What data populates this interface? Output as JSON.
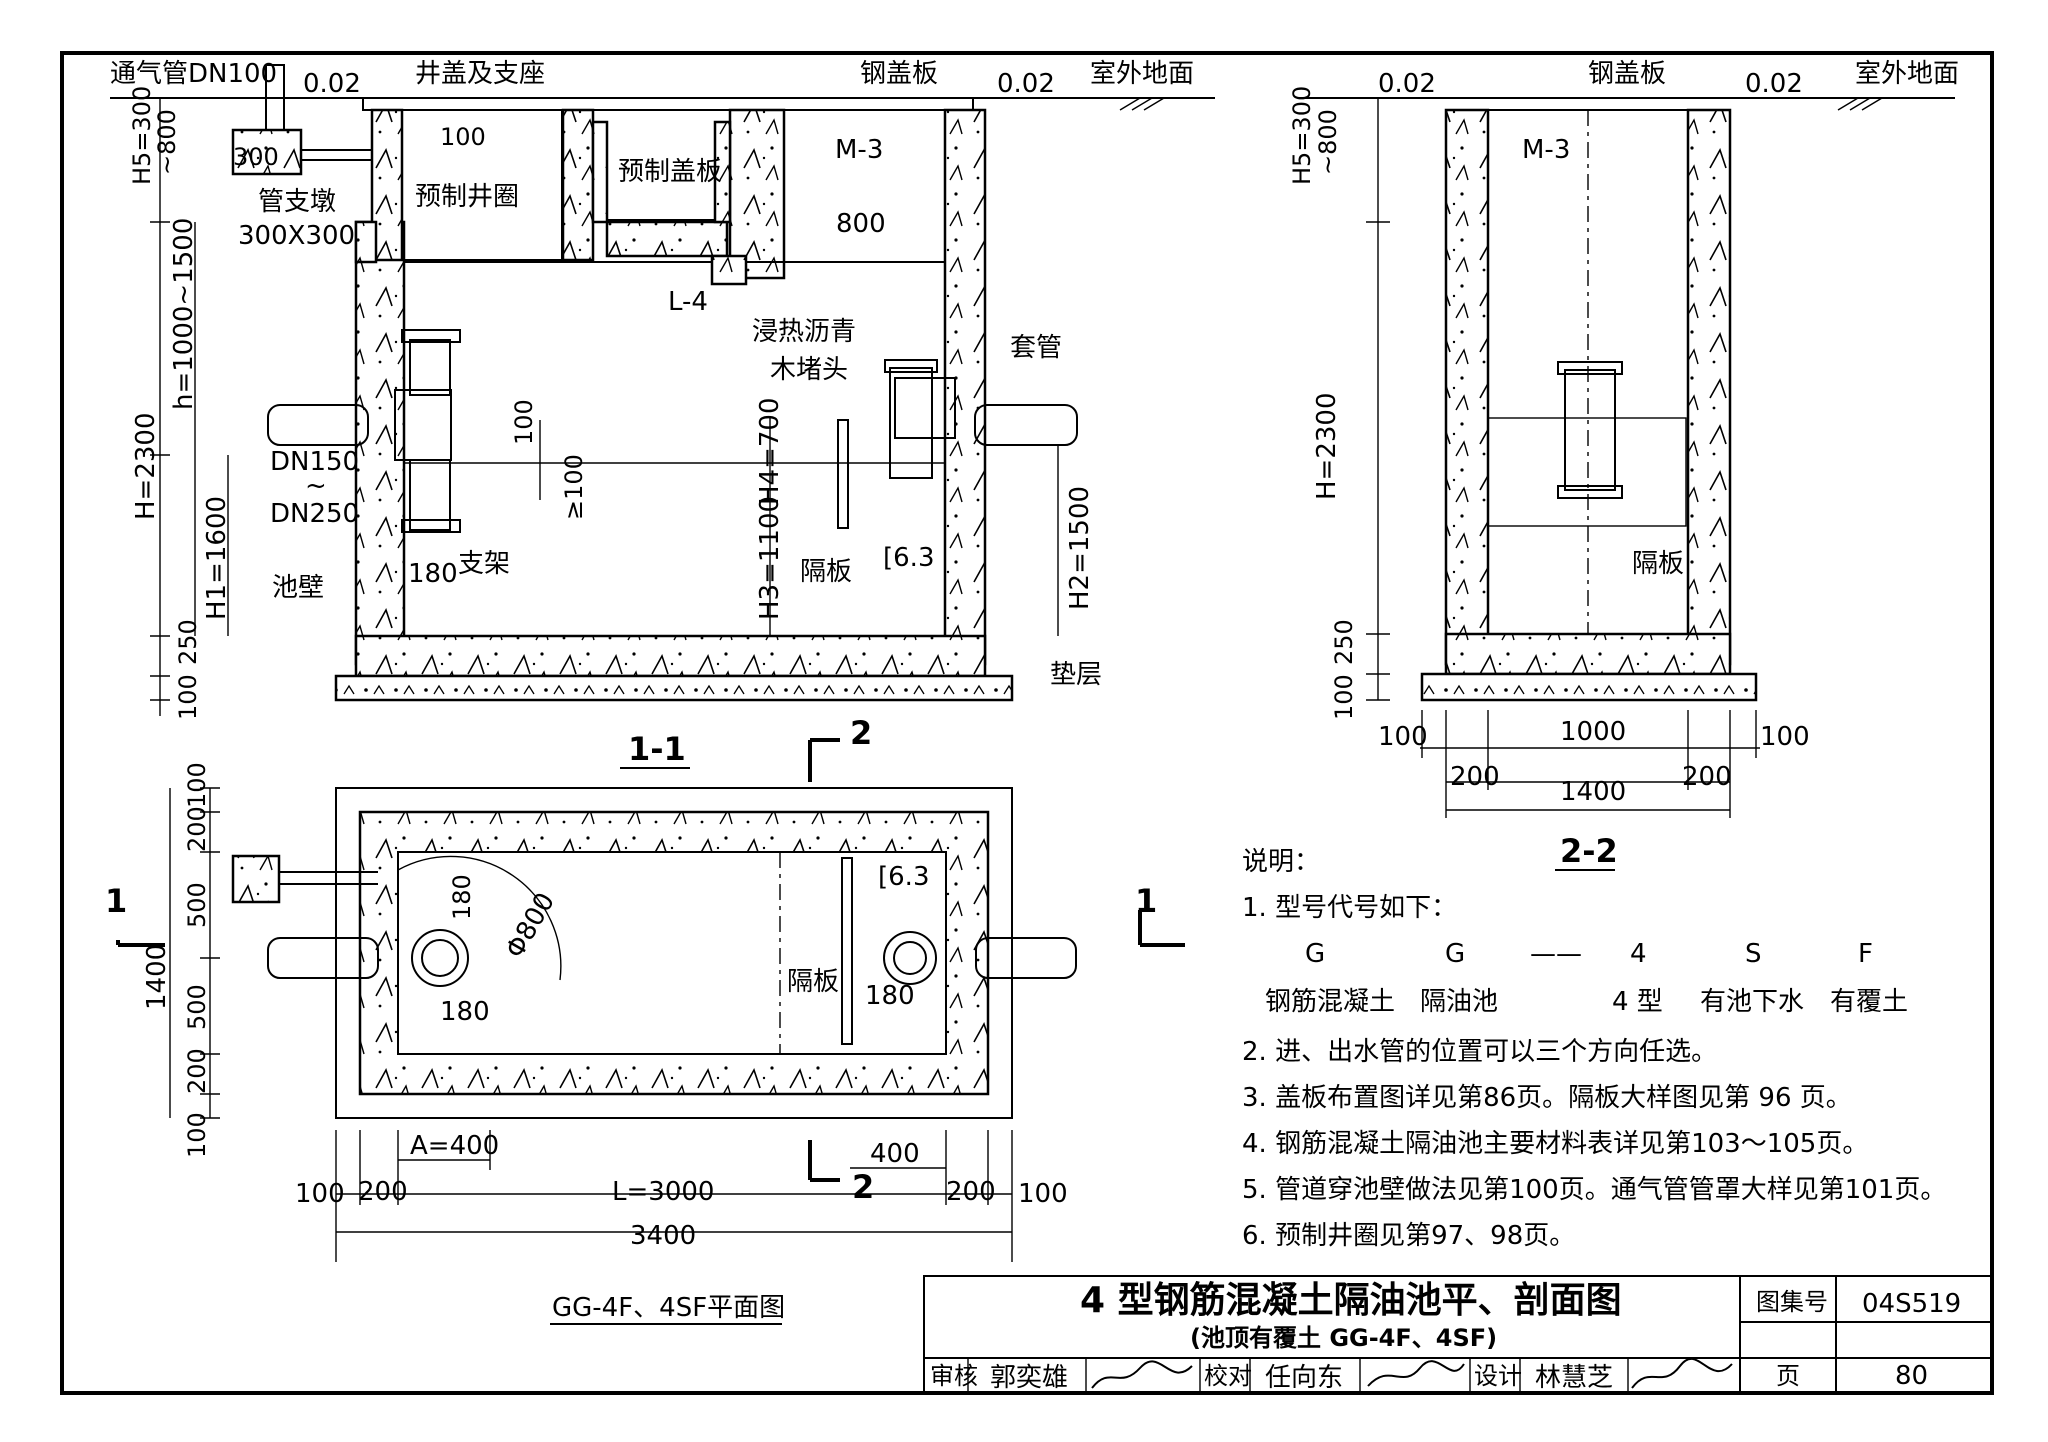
{
  "section11": {
    "label": "1-1",
    "labels": {
      "vent_pipe": "通气管DN100",
      "level_left": "0.02",
      "cover_support": "井盖及支座",
      "steel_cover": "钢盖板",
      "level_right": "0.02",
      "ground": "室外地面",
      "m3": "M-3",
      "precast_ring": "预制井圈",
      "precast_cover": "预制盖板",
      "pipe_pier": "管支墩",
      "pier_size": "300X300",
      "dim_300": "300",
      "dim_100_top": "100",
      "dim_800": "800",
      "l4": "L-4",
      "asphalt": "浸热沥青",
      "wood_plug": "木堵头",
      "sleeve": "套管",
      "h5": "H5=300",
      "h5b": "~800",
      "h_range": "h=1000~1500",
      "h_total": "H=2300",
      "h1": "H1=1600",
      "dn_a": "DN150",
      "dn_sep": "~",
      "dn_b": "DN250",
      "dim_100_mid": "100",
      "dim_ge100": "≥100",
      "h4": "H4=700",
      "h3": "H3=1100",
      "partition": "隔板",
      "c63": "[6.3",
      "h2": "H2=1500",
      "dim_180": "180",
      "bracket": "支架",
      "wall": "池壁",
      "dim_250": "250",
      "dim_100_bot": "100",
      "bedding": "垫层"
    }
  },
  "section22": {
    "label": "2-2",
    "labels": {
      "level_left": "0.02",
      "steel_cover": "钢盖板",
      "level_right": "0.02",
      "ground": "室外地面",
      "m3": "M-3",
      "h5": "H5=300",
      "h5b": "~800",
      "h_total": "H=2300",
      "partition": "隔板",
      "dim_250": "250",
      "dim_100": "100",
      "dim_100_l": "100",
      "dim_1000": "1000",
      "dim_100_r": "100",
      "dim_200_l": "200",
      "dim_1400": "1400",
      "dim_200_r": "200"
    }
  },
  "plan": {
    "title": "GG-4F、4SF平面图",
    "labels": {
      "cut2_top": "2",
      "cut2_bot": "2",
      "cut1_left": "1",
      "cut1_right": "1",
      "v100a": "100",
      "v200a": "200",
      "v500a": "500",
      "v1400": "1400",
      "v500b": "500",
      "v200b": "200",
      "v100b": "100",
      "d180a": "180",
      "phi800": "Φ800",
      "d180b": "180",
      "c63": "[6.3",
      "partition": "隔板",
      "d180c": "180",
      "a400": "A=400",
      "d400": "400",
      "h100l": "100",
      "h200l": "200",
      "l3000": "L=3000",
      "h200r": "200",
      "h100r": "100",
      "d3400": "3400"
    }
  },
  "notes": {
    "title": "说明：",
    "item1": "1. 型号代号如下：",
    "code": [
      "G",
      "G",
      "——",
      "4",
      "S",
      "F"
    ],
    "code_desc": [
      "钢筋混凝土",
      "隔油池",
      "",
      "4 型",
      "有池下水",
      "有覆土"
    ],
    "item2": "2. 进、出水管的位置可以三个方向任选。",
    "item3": "3. 盖板布置图详见第86页。隔板大样图见第 96 页。",
    "item4": "4. 钢筋混凝土隔油池主要材料表详见第103～105页。",
    "item5": "5. 管道穿池壁做法见第100页。通气管管罩大样见第101页。",
    "item6": "6. 预制井圈见第97、98页。"
  },
  "titleblock": {
    "title": "4 型钢筋混凝土隔油池平、剖面图",
    "subtitle": "(池顶有覆土 GG-4F、4SF)",
    "atlas_label": "图集号",
    "atlas_no": "04S519",
    "page_label": "页",
    "page_no": "80",
    "review_label": "审核",
    "reviewer": "郭奕雄",
    "check_label": "校对",
    "checker": "任向东",
    "design_label": "设计",
    "designer": "林慧芝"
  }
}
